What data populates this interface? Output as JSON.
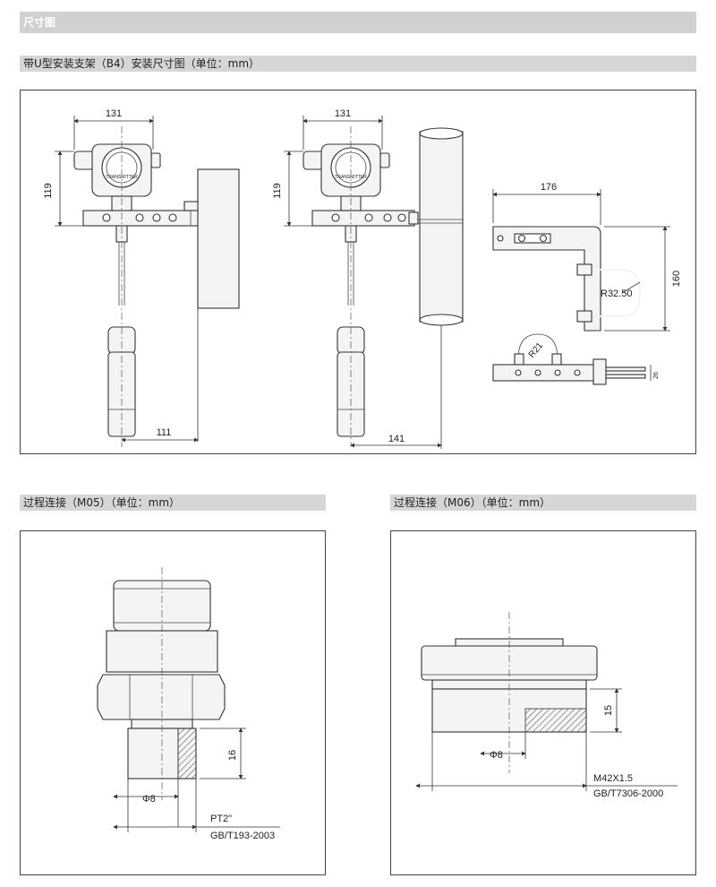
{
  "header": {
    "title": "尺寸图"
  },
  "sections": {
    "bracket": {
      "title": "带U型安装支架（B4）安装尺寸图（单位：mm）"
    },
    "m05": {
      "title": "过程连接（M05）（单位：mm）"
    },
    "m06": {
      "title": "过程连接（M06）（单位：mm）"
    }
  },
  "drawing_labels": {
    "wall": {
      "width": "131",
      "height": "119",
      "offset": "111"
    },
    "pipe": {
      "width": "131",
      "height": "119",
      "offset": "141"
    },
    "bracket_top": {
      "width": "176",
      "height": "160",
      "radius": "R32.50"
    },
    "bracket_bottom": {
      "radius": "R21",
      "thickness": "26"
    },
    "m05": {
      "length": "16",
      "bore": "Φ8",
      "thread": "PT2\"",
      "standard": "GB/T193-2003"
    },
    "m06": {
      "length": "15",
      "bore": "Φ8",
      "thread": "M42X1.5",
      "standard": "GB/T7306-2000"
    },
    "housing_text": "TRANSMITTER"
  }
}
